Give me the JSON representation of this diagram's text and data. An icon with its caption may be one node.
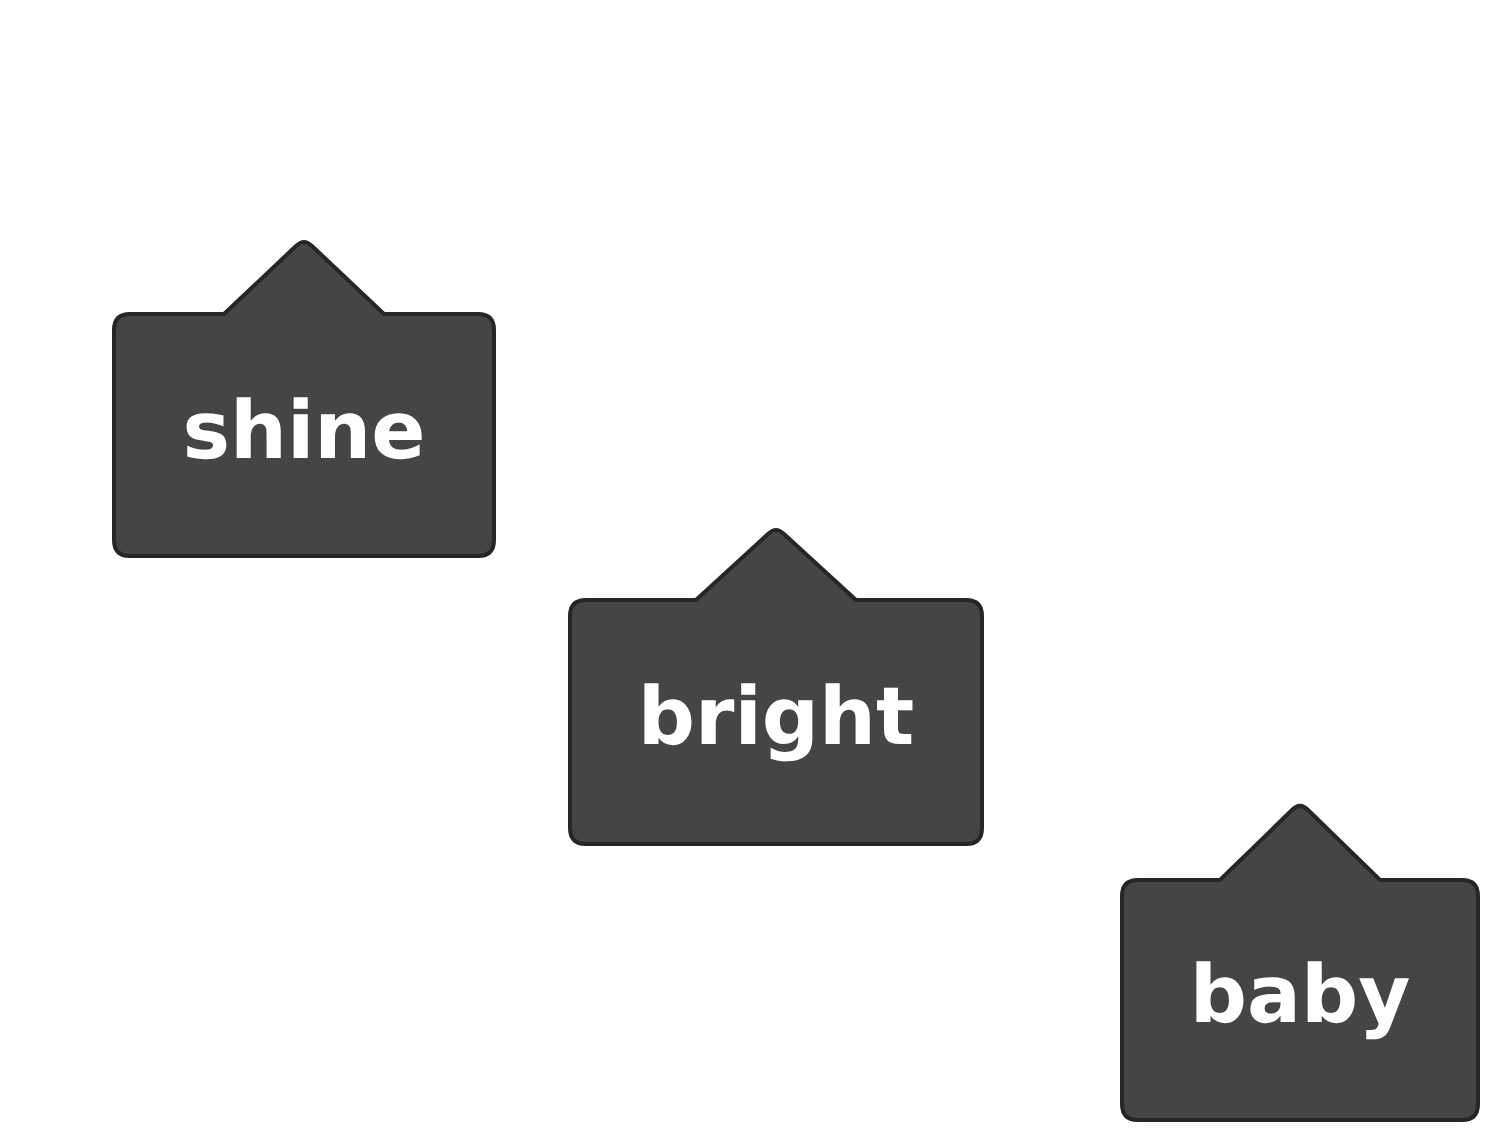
{
  "diagram": {
    "nodes": [
      {
        "text": [
          "shine"
        ]
      },
      {
        "text": [
          "bright"
        ]
      },
      {
        "text": [
          "baby"
        ]
      }
    ]
  }
}
